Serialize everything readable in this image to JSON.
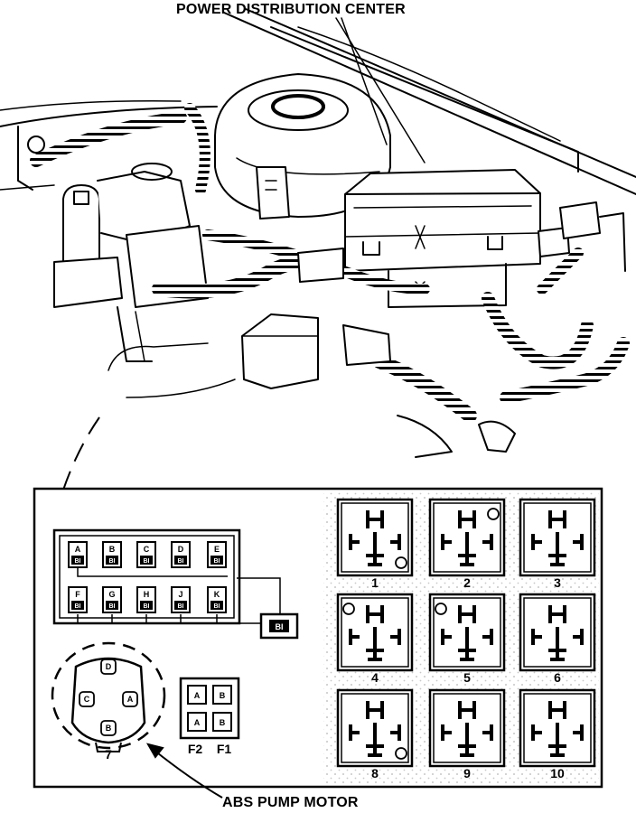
{
  "labels": {
    "top_callout": "POWER DISTRIBUTION CENTER",
    "bottom_callout": "ABS PUMP MOTOR"
  },
  "harness_connector": {
    "top_row": [
      "A",
      "B",
      "C",
      "D",
      "E"
    ],
    "bottom_row": [
      "F",
      "G",
      "H",
      "J",
      "K"
    ],
    "terminal_mark": "BI",
    "side_plug": "BI"
  },
  "pump_connector": {
    "pins": [
      "D",
      "C",
      "A",
      "B"
    ],
    "number": "7"
  },
  "small_block": {
    "cells": [
      "A",
      "B",
      "A",
      "B"
    ],
    "labels": [
      "F2",
      "F1"
    ]
  },
  "relay_sockets": [
    {
      "number": "1"
    },
    {
      "number": "2"
    },
    {
      "number": "3"
    },
    {
      "number": "4"
    },
    {
      "number": "5"
    },
    {
      "number": "6"
    },
    {
      "number": "8"
    },
    {
      "number": "9"
    },
    {
      "number": "10"
    }
  ],
  "colors": {
    "ink": "#000000",
    "paper": "#ffffff",
    "dots": "#b5b5b5"
  }
}
